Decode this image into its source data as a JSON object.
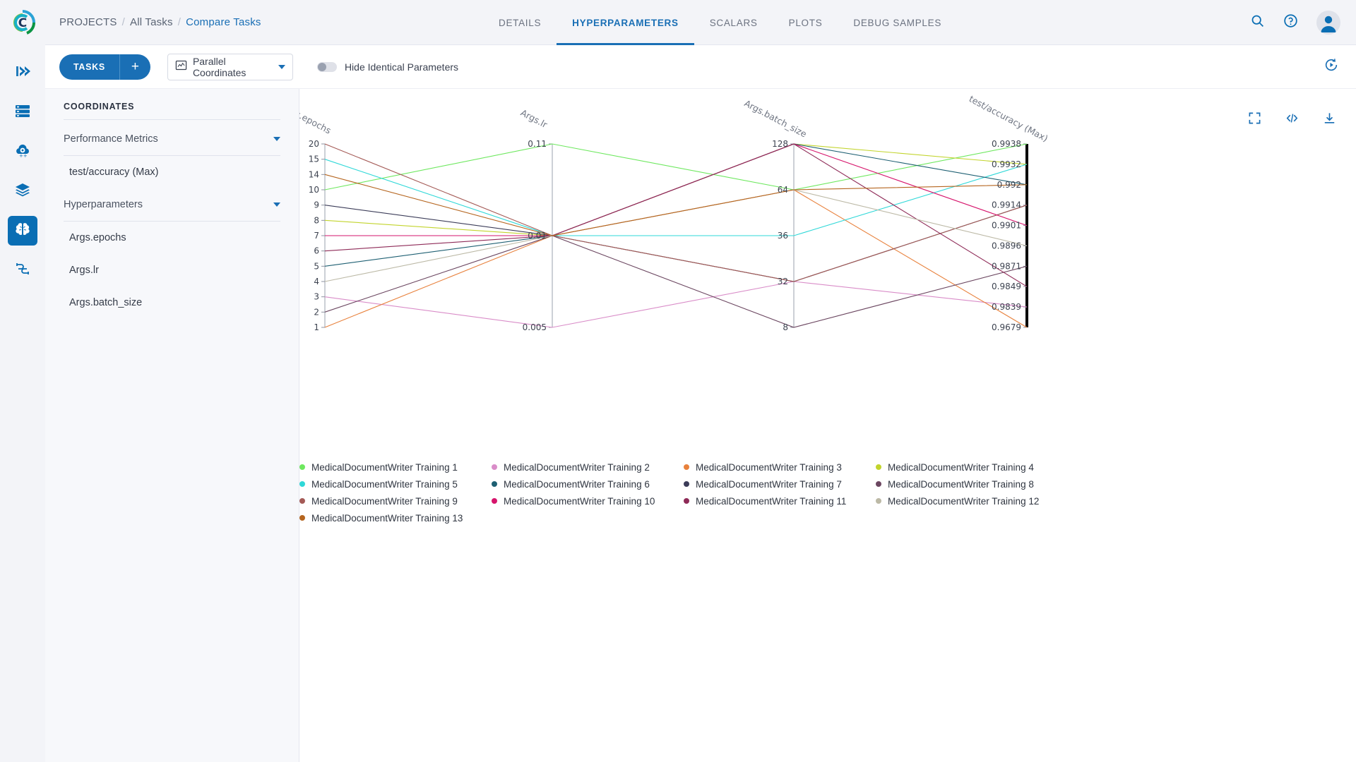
{
  "rail": {
    "logo": "clearml-logo",
    "items": [
      {
        "name": "pipelines",
        "icon": "double-chevron-icon",
        "active": false
      },
      {
        "name": "datasets",
        "icon": "server-stack-icon",
        "active": false
      },
      {
        "name": "hyper-datasets",
        "icon": "cloud-gear-icon",
        "active": false
      },
      {
        "name": "models",
        "icon": "layers-icon",
        "active": false
      },
      {
        "name": "experiments",
        "icon": "brain-icon",
        "active": true
      },
      {
        "name": "workflows",
        "icon": "workflow-icon",
        "active": false
      }
    ]
  },
  "header": {
    "breadcrumb": [
      {
        "label": "PROJECTS",
        "active": false
      },
      {
        "label": "All Tasks",
        "active": false
      },
      {
        "label": "Compare Tasks",
        "active": true
      }
    ],
    "separator": "/",
    "tabs": [
      {
        "label": "DETAILS",
        "active": false
      },
      {
        "label": "HYPERPARAMETERS",
        "active": true
      },
      {
        "label": "SCALARS",
        "active": false
      },
      {
        "label": "PLOTS",
        "active": false
      },
      {
        "label": "DEBUG SAMPLES",
        "active": false
      }
    ],
    "actions": [
      {
        "name": "search-icon"
      },
      {
        "name": "help-icon"
      },
      {
        "name": "user-avatar"
      }
    ]
  },
  "toolbar": {
    "tasks_label": "TASKS",
    "add_label": "+",
    "plot_type": "Parallel Coordinates",
    "plot_type_icon": "chart-icon",
    "hide_identical_label": "Hide Identical Parameters",
    "hide_identical_on": false,
    "refresh_icon": "auto-refresh-icon"
  },
  "sidebar": {
    "title": "COORDINATES",
    "groups": [
      {
        "label": "Performance Metrics",
        "expanded": true,
        "items": [
          {
            "label": "test/accuracy (Max)"
          }
        ]
      },
      {
        "label": "Hyperparameters",
        "expanded": true,
        "items": [
          {
            "label": "Args.epochs"
          },
          {
            "label": "Args.lr"
          },
          {
            "label": "Args.batch_size"
          }
        ]
      }
    ]
  },
  "plot": {
    "tools": [
      {
        "name": "maximize-icon"
      },
      {
        "name": "code-icon"
      },
      {
        "name": "download-icon"
      }
    ]
  },
  "chart_data": {
    "type": "parallel-coordinates",
    "title": "",
    "axes": [
      {
        "name": "Args.epochs",
        "label": "Args.epochs",
        "type": "numeric",
        "ticks": [
          20,
          15,
          14,
          10,
          9,
          8,
          7,
          6,
          5,
          4,
          3,
          2,
          1
        ],
        "tick_labels": [
          "20",
          "15",
          "14",
          "10",
          "9",
          "8",
          "7",
          "6",
          "5",
          "4",
          "3",
          "2",
          "1"
        ]
      },
      {
        "name": "Args.lr",
        "label": "Args.lr",
        "type": "numeric",
        "ticks": [
          0.11,
          0.01,
          0.005
        ],
        "tick_labels": [
          "0.11",
          "0.01",
          "0.005"
        ]
      },
      {
        "name": "Args.batch_size",
        "label": "Args.batch_size",
        "type": "numeric",
        "ticks": [
          128,
          64,
          36,
          32,
          8
        ],
        "tick_labels": [
          "128",
          "64",
          "36",
          "32",
          "8"
        ]
      },
      {
        "name": "test/accuracy (Max)",
        "label": "test/accuracy (Max)",
        "type": "numeric",
        "ticks": [
          0.9938,
          0.9932,
          0.992,
          0.9914,
          0.9901,
          0.9896,
          0.9871,
          0.9849,
          0.9839,
          0.9679
        ],
        "tick_labels": [
          "0.9938",
          "0.9932",
          "0.992",
          "0.9914",
          "0.9901",
          "0.9896",
          "0.9871",
          "0.9849",
          "0.9839",
          "0.9679"
        ]
      }
    ],
    "series": [
      {
        "name": "MedicalDocumentWriter Training 1",
        "color": "#6ee85f",
        "values": {
          "Args.epochs": 10,
          "Args.lr": 0.11,
          "Args.batch_size": 64,
          "test/accuracy (Max)": 0.9938
        }
      },
      {
        "name": "MedicalDocumentWriter Training 2",
        "color": "#d98cc8",
        "values": {
          "Args.epochs": 3,
          "Args.lr": 0.005,
          "Args.batch_size": 32,
          "test/accuracy (Max)": 0.9839
        }
      },
      {
        "name": "MedicalDocumentWriter Training 3",
        "color": "#e8813c",
        "values": {
          "Args.epochs": 1,
          "Args.lr": 0.01,
          "Args.batch_size": 64,
          "test/accuracy (Max)": 0.9679
        }
      },
      {
        "name": "MedicalDocumentWriter Training 4",
        "color": "#c2d42c",
        "values": {
          "Args.epochs": 8,
          "Args.lr": 0.01,
          "Args.batch_size": 128,
          "test/accuracy (Max)": 0.9932
        }
      },
      {
        "name": "MedicalDocumentWriter Training 5",
        "color": "#2fd8d8",
        "values": {
          "Args.epochs": 15,
          "Args.lr": 0.01,
          "Args.batch_size": 36,
          "test/accuracy (Max)": 0.9932
        }
      },
      {
        "name": "MedicalDocumentWriter Training 6",
        "color": "#1d5f72",
        "values": {
          "Args.epochs": 5,
          "Args.lr": 0.01,
          "Args.batch_size": 128,
          "test/accuracy (Max)": 0.992
        }
      },
      {
        "name": "MedicalDocumentWriter Training 7",
        "color": "#3b3c58",
        "values": {
          "Args.epochs": 9,
          "Args.lr": 0.01,
          "Args.batch_size": 32,
          "test/accuracy (Max)": 0.9914
        }
      },
      {
        "name": "MedicalDocumentWriter Training 8",
        "color": "#6b4660",
        "values": {
          "Args.epochs": 2,
          "Args.lr": 0.01,
          "Args.batch_size": 8,
          "test/accuracy (Max)": 0.9871
        }
      },
      {
        "name": "MedicalDocumentWriter Training 9",
        "color": "#a45a56",
        "values": {
          "Args.epochs": 20,
          "Args.lr": 0.01,
          "Args.batch_size": 32,
          "test/accuracy (Max)": 0.9914
        }
      },
      {
        "name": "MedicalDocumentWriter Training 10",
        "color": "#d6156c",
        "values": {
          "Args.epochs": 7,
          "Args.lr": 0.01,
          "Args.batch_size": 128,
          "test/accuracy (Max)": 0.9901
        }
      },
      {
        "name": "MedicalDocumentWriter Training 11",
        "color": "#8e2a57",
        "values": {
          "Args.epochs": 6,
          "Args.lr": 0.01,
          "Args.batch_size": 128,
          "test/accuracy (Max)": 0.9849
        }
      },
      {
        "name": "MedicalDocumentWriter Training 12",
        "color": "#bcb9a6",
        "values": {
          "Args.epochs": 4,
          "Args.lr": 0.01,
          "Args.batch_size": 64,
          "test/accuracy (Max)": 0.9896
        }
      },
      {
        "name": "MedicalDocumentWriter Training 13",
        "color": "#b5651f",
        "values": {
          "Args.epochs": 14,
          "Args.lr": 0.01,
          "Args.batch_size": 64,
          "test/accuracy (Max)": 0.992
        }
      }
    ],
    "legend_position": "bottom"
  }
}
